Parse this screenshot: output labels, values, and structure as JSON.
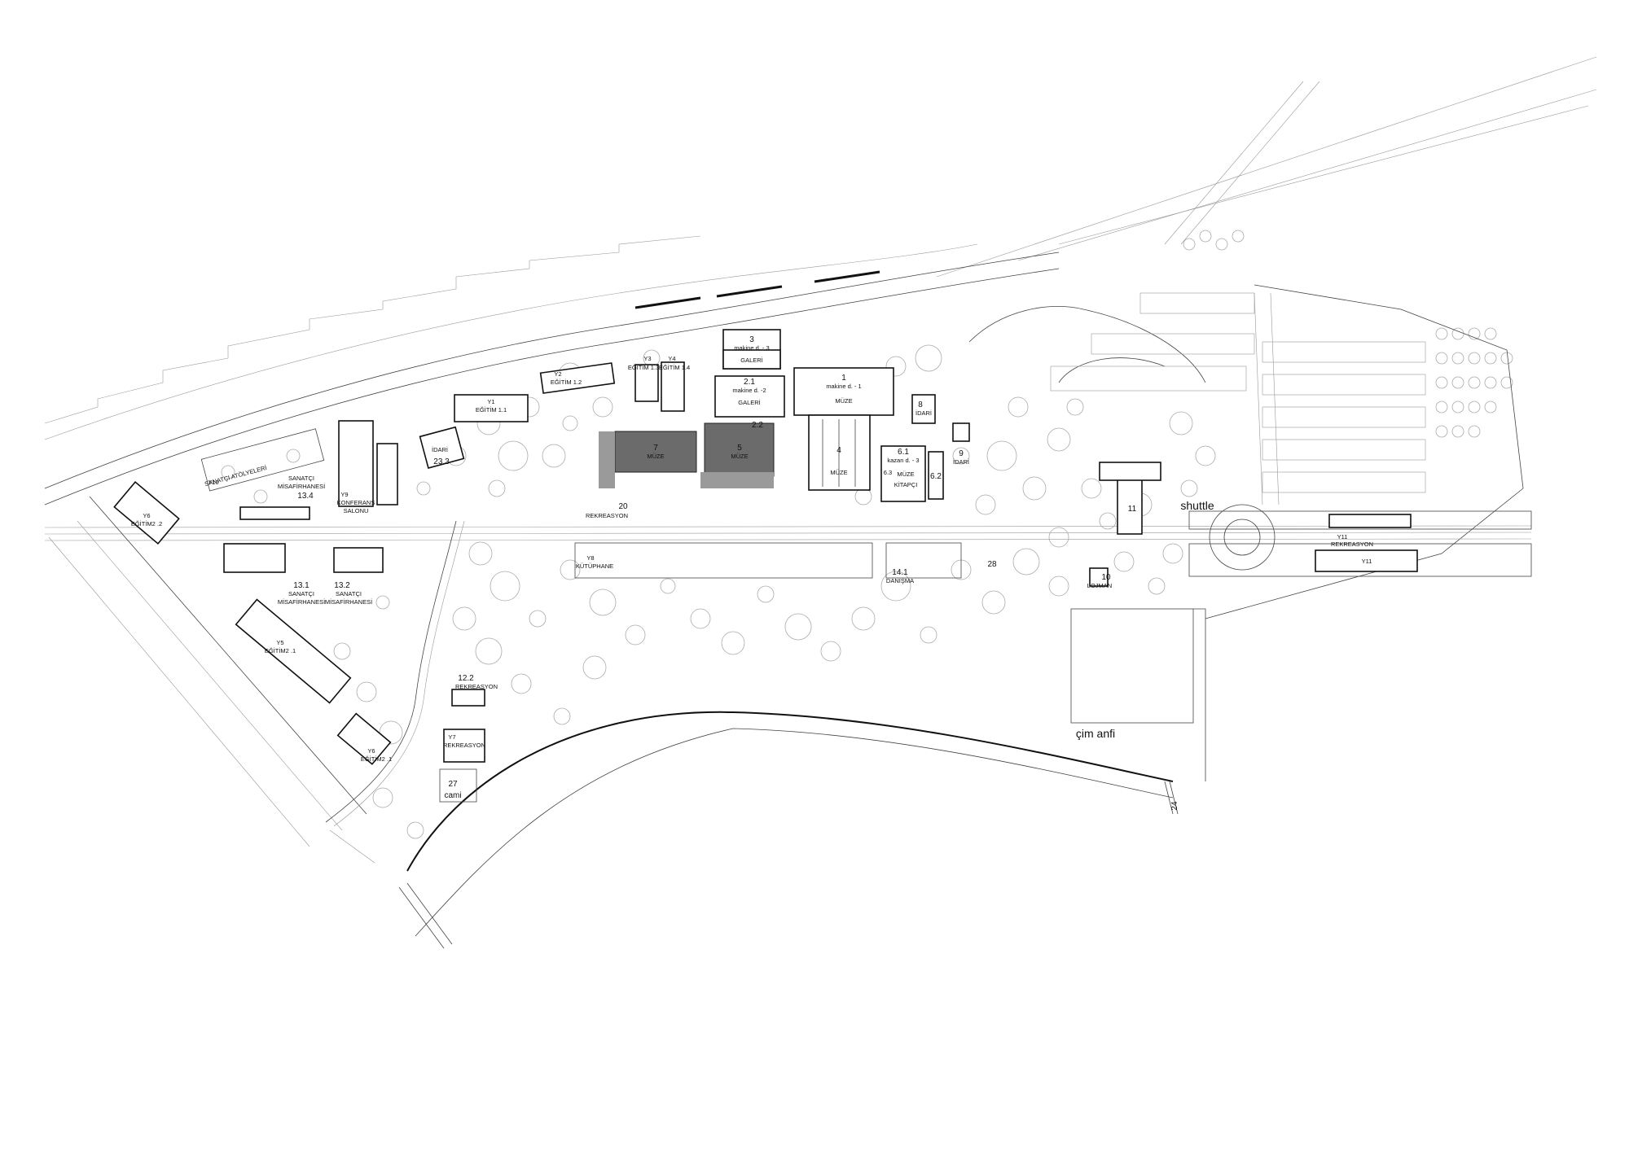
{
  "colors": {
    "building_stroke": "#111111",
    "museum_fill": "#6b6b6b",
    "tree": "#aaaaaa",
    "road": "#444444"
  },
  "labels": {
    "makine3": "makine d. - 3",
    "n3": "3",
    "galeri_a": "GALERİ",
    "n21": "2.1",
    "makine2": "makine d. -2",
    "galeri_b": "GALERİ",
    "n1": "1",
    "makine1": "makine d. - 1",
    "muze_a": "MÜZE",
    "n22": "2.2",
    "n8": "8",
    "idari_8": "İDARİ",
    "n7": "7",
    "muze_7": "MÜZE",
    "n5": "5",
    "muze_5": "MÜZE",
    "n4": "4",
    "muze_4": "MÜZE",
    "n61": "6.1",
    "kazan": "kazan d. - 3",
    "n63": "6.3",
    "muze_6": "MÜZE",
    "kitapci": "KİTAPÇI",
    "n62": "6.2",
    "n9": "9",
    "idari_9": "İDARİ",
    "y3": "Y3",
    "y4": "Y4",
    "egitim13": "EĞİTİM 1.3",
    "egitim14": "EĞİTİM 1.4",
    "y2": "Y2",
    "egitim12": "EĞİTİM 1.2",
    "y1": "Y1",
    "egitim11": "EĞİTİM 1.1",
    "idari_233": "İDARİ",
    "n233": "23.3",
    "y10": "Y10",
    "sanatci_atolye": "SANATÇI ATÖLYELERİ",
    "sanatci_misaf_a": "SANATÇI",
    "misafirhanesi_a": "MİSAFİRHANESİ",
    "n134": "13.4",
    "y9": "Y9",
    "konferans": "KONFERANS",
    "salonu": "SALONU",
    "y6": "Y6",
    "egitim22": "EĞİTİM2 .2",
    "n131": "13.1",
    "sanatci_b": "SANATÇI",
    "misaf_b": "MİSAFİRHANESİ",
    "n132": "13.2",
    "sanatci_c": "SANATÇI",
    "misaf_c": "MİSAFİRHANESİ",
    "n20": "20",
    "rekreasyon_20": "REKREASYON",
    "y8": "Y8",
    "kutuphane": "KÜTÜPHANE",
    "n141": "14.1",
    "danisma": "DANIŞMA",
    "n28": "28",
    "y5": "Y5",
    "egitim21": "EĞİTİM2 .1",
    "y6b": "Y6",
    "egitim21b": "EĞİTİM2 .1",
    "n122": "12.2",
    "rekreasyon_122": "REKREASYON",
    "y7": "Y7",
    "rekreasyon_y7": "REKREASYON",
    "n27": "27",
    "cami": "cami",
    "n11": "11",
    "shuttle": "shuttle",
    "y11a": "Y11",
    "rekreasyon_y11": "REKREASYON",
    "y11b": "Y11",
    "n10": "10",
    "lojman": "LOJMAN",
    "cim_anfi": "çim anfi",
    "n24": "24"
  }
}
